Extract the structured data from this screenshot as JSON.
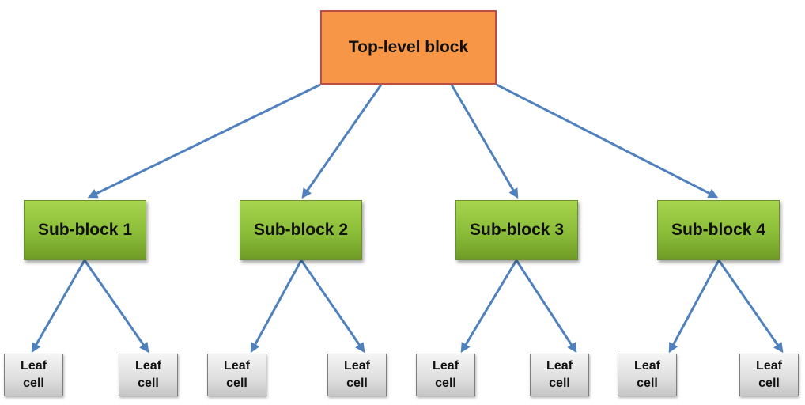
{
  "diagram": {
    "top": {
      "label": "Top-level block"
    },
    "subs": [
      {
        "label": "Sub-block 1"
      },
      {
        "label": "Sub-block 2"
      },
      {
        "label": "Sub-block 3"
      },
      {
        "label": "Sub-block 4"
      }
    ],
    "leaf": {
      "line1": "Leaf",
      "line2": "cell"
    },
    "colors": {
      "top_fill": "#f79646",
      "top_border": "#be4b48",
      "sub_fill": "#8bbd38",
      "leaf_fill": "#dedede",
      "arrow": "#4f81bd"
    },
    "edges": [
      {
        "from": "top-level-block",
        "to": "sub-block-1"
      },
      {
        "from": "top-level-block",
        "to": "sub-block-2"
      },
      {
        "from": "top-level-block",
        "to": "sub-block-3"
      },
      {
        "from": "top-level-block",
        "to": "sub-block-4"
      },
      {
        "from": "sub-block-1",
        "to": "leaf-cell-1"
      },
      {
        "from": "sub-block-1",
        "to": "leaf-cell-2"
      },
      {
        "from": "sub-block-2",
        "to": "leaf-cell-3"
      },
      {
        "from": "sub-block-2",
        "to": "leaf-cell-4"
      },
      {
        "from": "sub-block-3",
        "to": "leaf-cell-5"
      },
      {
        "from": "sub-block-3",
        "to": "leaf-cell-6"
      },
      {
        "from": "sub-block-4",
        "to": "leaf-cell-7"
      },
      {
        "from": "sub-block-4",
        "to": "leaf-cell-8"
      }
    ]
  }
}
